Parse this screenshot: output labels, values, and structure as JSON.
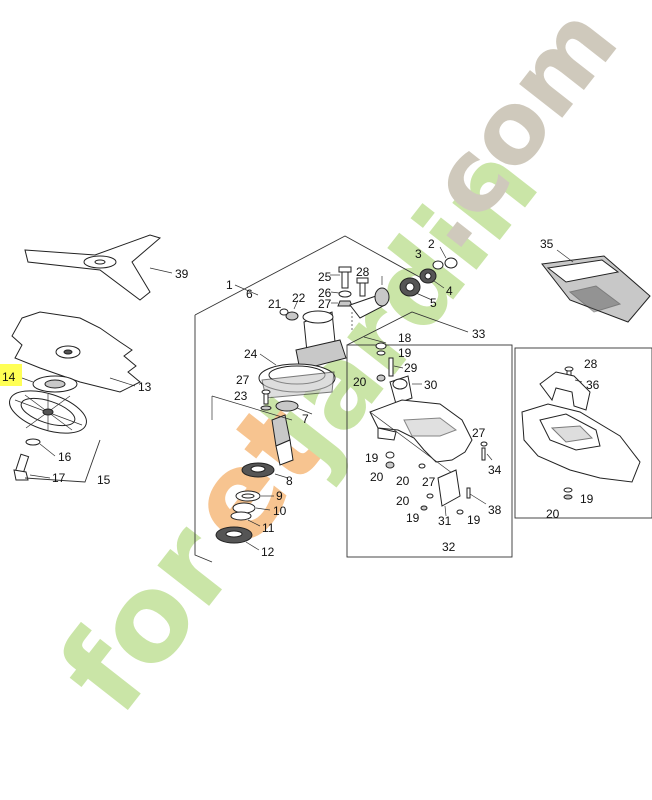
{
  "diagram": {
    "highlight_color": "#ffff55",
    "watermark": {
      "part1": "for",
      "part2": "et",
      "part3": "jardin",
      "part4": ".com",
      "color_green": "#b8dc8a",
      "color_orange": "#f5b06b",
      "color_grey": "#bfb7a6"
    },
    "labels": [
      {
        "id": "14",
        "text": "14",
        "highlighted": true
      },
      {
        "id": "13",
        "text": "13"
      },
      {
        "id": "39",
        "text": "39"
      },
      {
        "id": "16",
        "text": "16"
      },
      {
        "id": "17",
        "text": "17"
      },
      {
        "id": "15",
        "text": "15"
      },
      {
        "id": "1",
        "text": "1"
      },
      {
        "id": "6",
        "text": "6"
      },
      {
        "id": "25",
        "text": "25"
      },
      {
        "id": "28a",
        "text": "28"
      },
      {
        "id": "26",
        "text": "26"
      },
      {
        "id": "27a",
        "text": "27"
      },
      {
        "id": "22",
        "text": "22"
      },
      {
        "id": "21",
        "text": "21"
      },
      {
        "id": "24",
        "text": "24"
      },
      {
        "id": "27b",
        "text": "27"
      },
      {
        "id": "23",
        "text": "23"
      },
      {
        "id": "7",
        "text": "7"
      },
      {
        "id": "8",
        "text": "8"
      },
      {
        "id": "9",
        "text": "9"
      },
      {
        "id": "10",
        "text": "10"
      },
      {
        "id": "11",
        "text": "11"
      },
      {
        "id": "12",
        "text": "12"
      },
      {
        "id": "3",
        "text": "3"
      },
      {
        "id": "2",
        "text": "2"
      },
      {
        "id": "4",
        "text": "4"
      },
      {
        "id": "5",
        "text": "5"
      },
      {
        "id": "33",
        "text": "33"
      },
      {
        "id": "18",
        "text": "18"
      },
      {
        "id": "19a",
        "text": "19"
      },
      {
        "id": "29",
        "text": "29"
      },
      {
        "id": "20a",
        "text": "20"
      },
      {
        "id": "30",
        "text": "30"
      },
      {
        "id": "27c",
        "text": "27"
      },
      {
        "id": "34",
        "text": "34"
      },
      {
        "id": "19b",
        "text": "19"
      },
      {
        "id": "20b",
        "text": "20"
      },
      {
        "id": "20c",
        "text": "20"
      },
      {
        "id": "27d",
        "text": "27"
      },
      {
        "id": "20d",
        "text": "20"
      },
      {
        "id": "19c",
        "text": "19"
      },
      {
        "id": "31",
        "text": "31"
      },
      {
        "id": "19d",
        "text": "19"
      },
      {
        "id": "38",
        "text": "38"
      },
      {
        "id": "32",
        "text": "32"
      },
      {
        "id": "35",
        "text": "35"
      },
      {
        "id": "28b",
        "text": "28"
      },
      {
        "id": "36",
        "text": "36"
      },
      {
        "id": "19e",
        "text": "19"
      },
      {
        "id": "20e",
        "text": "20"
      }
    ]
  }
}
